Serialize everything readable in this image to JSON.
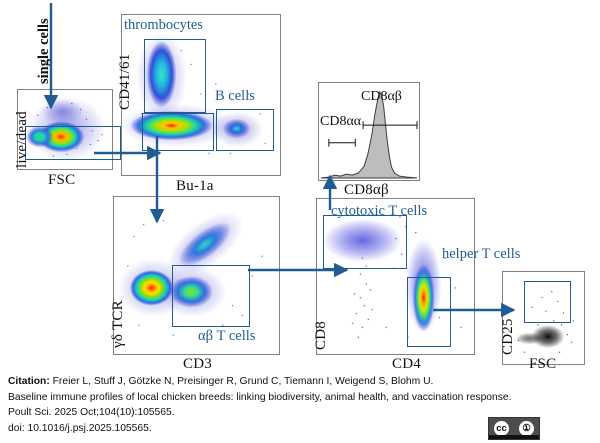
{
  "figure": {
    "type": "flow-cytometry-gating-strategy",
    "colors": {
      "gate": "#1F5C96",
      "arrow": "#1F5C96",
      "panel_border": "#808080",
      "label_blue": "#1F5C96",
      "axis_text": "#111111"
    },
    "panels": [
      {
        "id": "p1",
        "x_axis": "FSC",
        "y_axis": "live/dead",
        "entry_label": "single cells",
        "gates": [],
        "plot_style": "density-rainbow"
      },
      {
        "id": "p2",
        "x_axis": "Bu-1a",
        "y_axis": "CD41/61",
        "gates": [
          "thrombocytes",
          "B cells"
        ],
        "plot_style": "density-rainbow"
      },
      {
        "id": "p3",
        "x_axis": "CD8αβ",
        "y_axis": "",
        "markers": [
          "CD8αβ",
          "CD8αα"
        ],
        "plot_style": "histogram"
      },
      {
        "id": "p4",
        "x_axis": "CD3",
        "y_axis": "γδ TCR",
        "gates": [
          "αβ T cells"
        ],
        "plot_style": "density-rainbow"
      },
      {
        "id": "p5",
        "x_axis": "CD4",
        "y_axis": "CD8",
        "gates": [
          "cytotoxic T cells",
          "helper T cells"
        ],
        "plot_style": "density-rainbow"
      },
      {
        "id": "p6",
        "x_axis": "FSC",
        "y_axis": "CD25",
        "gates": [],
        "plot_style": "black-dots"
      }
    ],
    "labels": {
      "single_cells": "single cells",
      "thrombocytes": "thrombocytes",
      "b_cells": "B cells",
      "cytotoxic_t_cells": "cytotoxic T cells",
      "helper_t_cells": "helper T cells",
      "ab_t_cells": "αβ T cells",
      "cd8ab_marker": "CD8αβ",
      "cd8aa_marker": "CD8αα"
    },
    "axes": {
      "fsc": "FSC",
      "live_dead": "live/dead",
      "cd41_61": "CD41/61",
      "bu1a": "Bu-1a",
      "cd8ab_x": "CD8αβ",
      "gd_tcr": "γδ TCR",
      "cd3": "CD3",
      "cd8": "CD8",
      "cd4": "CD4",
      "cd25": "CD25",
      "fsc2": "FSC"
    }
  },
  "citation": {
    "prefix": "Citation:",
    "authors": " Freier L, Stuff J, Götzke N, Preisinger R, Grund C, Tiemann I, Weigend S, Blohm U.",
    "title": "Baseline immune profiles of local chicken breeds: linking biodiversity, animal health, and vaccination response.",
    "journal": "Poult Sci. 2025 Oct;104(10):105565.",
    "doi": "doi: 10.1016/j.psj.2025.105565."
  },
  "license": {
    "name": "cc-by-badge",
    "cc_glyph": "cc",
    "by_glyph": "Ⓑ",
    "caption": "BY"
  }
}
